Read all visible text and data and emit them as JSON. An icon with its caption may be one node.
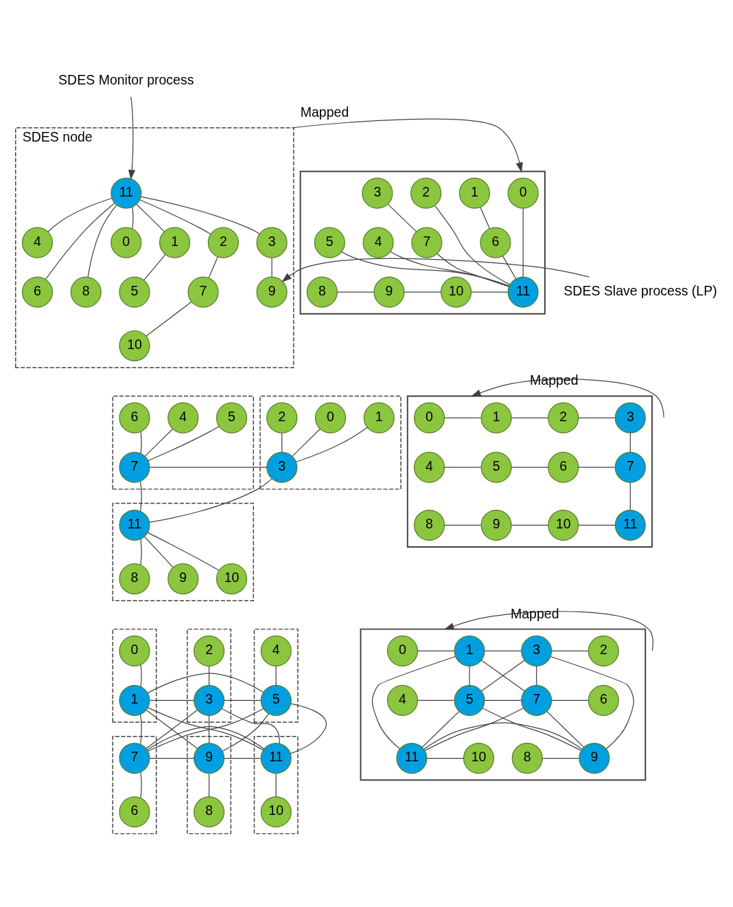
{
  "diagram": {
    "nodes": [
      {
        "text": [
          "SDES Monitor process"
        ]
      },
      {
        "text": [
          "SDES node"
        ]
      },
      {
        "text": [
          "11"
        ],
        "in": 1
      },
      {
        "text": [
          "0"
        ],
        "in": 1
      },
      {
        "text": [
          "1"
        ],
        "in": 1
      },
      {
        "text": [
          "2"
        ],
        "in": 1
      },
      {
        "text": [
          "3"
        ],
        "in": 1
      },
      {
        "text": [
          "4"
        ],
        "in": 1
      },
      {
        "text": [
          "5"
        ],
        "in": 1
      },
      {
        "text": [
          "6"
        ],
        "in": 1
      },
      {
        "text": [
          "7"
        ],
        "in": 1
      },
      {
        "text": [
          "8"
        ],
        "in": 1
      },
      {
        "text": [
          "9"
        ],
        "in": 1
      },
      {
        "text": [
          "10"
        ],
        "in": 1
      },
      {
        "text": [],
        "shape": "box"
      },
      {
        "text": [
          "0"
        ],
        "in": 14
      },
      {
        "text": [
          "1"
        ],
        "in": 14
      },
      {
        "text": [
          "2"
        ],
        "in": 14
      },
      {
        "text": [
          "3"
        ],
        "in": 14
      },
      {
        "text": [
          "4"
        ],
        "in": 14
      },
      {
        "text": [
          "5"
        ],
        "in": 14
      },
      {
        "text": [
          "6"
        ],
        "in": 14
      },
      {
        "text": [
          "7"
        ],
        "in": 14
      },
      {
        "text": [
          "8"
        ],
        "in": 14
      },
      {
        "text": [
          "9"
        ],
        "in": 14
      },
      {
        "text": [
          "10"
        ],
        "in": 14
      },
      {
        "text": [
          "11"
        ],
        "in": 14
      },
      {
        "text": [
          "SDES Slave process (LP)"
        ]
      },
      {
        "text": [],
        "shape": "box"
      },
      {
        "text": [
          "6"
        ],
        "in": 28
      },
      {
        "text": [
          "5"
        ],
        "in": 28
      },
      {
        "text": [
          "4"
        ],
        "in": 28
      },
      {
        "text": [
          "7"
        ],
        "in": 28
      },
      {
        "text": [],
        "shape": "box"
      },
      {
        "text": [
          "2"
        ],
        "in": 33
      },
      {
        "text": [
          "1"
        ],
        "in": 33
      },
      {
        "text": [
          "0"
        ],
        "in": 33
      },
      {
        "text": [
          "3"
        ],
        "in": 33
      },
      {
        "text": [],
        "shape": "box"
      },
      {
        "text": [
          "11"
        ],
        "in": 38
      },
      {
        "text": [
          "8"
        ],
        "in": 38
      },
      {
        "text": [
          "9"
        ],
        "in": 38
      },
      {
        "text": [
          "10"
        ],
        "in": 38
      },
      {
        "text": [],
        "shape": "box"
      },
      {
        "text": [
          "0"
        ],
        "in": 43
      },
      {
        "text": [
          "1"
        ],
        "in": 43
      },
      {
        "text": [
          "2"
        ],
        "in": 43
      },
      {
        "text": [
          "3"
        ],
        "in": 43
      },
      {
        "text": [
          "4"
        ],
        "in": 43
      },
      {
        "text": [
          "5"
        ],
        "in": 43
      },
      {
        "text": [
          "6"
        ],
        "in": 43
      },
      {
        "text": [
          "7"
        ],
        "in": 43
      },
      {
        "text": [
          "8"
        ],
        "in": 43
      },
      {
        "text": [
          "9"
        ],
        "in": 43
      },
      {
        "text": [
          "10"
        ],
        "in": 43
      },
      {
        "text": [
          "11"
        ],
        "in": 43
      },
      {
        "text": [],
        "shape": "box"
      },
      {
        "text": [
          "0"
        ],
        "in": 56
      },
      {
        "text": [
          "1"
        ],
        "in": 56
      },
      {
        "text": [],
        "shape": "box"
      },
      {
        "text": [
          "2"
        ],
        "in": 59
      },
      {
        "text": [
          "3"
        ],
        "in": 59
      },
      {
        "text": [],
        "shape": "box"
      },
      {
        "text": [
          "4"
        ],
        "in": 62
      },
      {
        "text": [
          "5"
        ],
        "in": 62
      },
      {
        "text": [],
        "shape": "box"
      },
      {
        "text": [
          "7"
        ],
        "in": 65
      },
      {
        "text": [
          "6"
        ],
        "in": 65
      },
      {
        "text": [],
        "shape": "box"
      },
      {
        "text": [
          "9"
        ],
        "in": 68
      },
      {
        "text": [
          "8"
        ],
        "in": 68
      },
      {
        "text": [],
        "shape": "box"
      },
      {
        "text": [
          "11"
        ],
        "in": 71
      },
      {
        "text": [
          "10"
        ],
        "in": 71
      },
      {
        "text": [],
        "shape": "box"
      },
      {
        "text": [
          "0"
        ],
        "in": 74
      },
      {
        "text": [
          "1"
        ],
        "in": 74
      },
      {
        "text": [
          "3"
        ],
        "in": 74
      },
      {
        "text": [
          "2"
        ],
        "in": 74
      },
      {
        "text": [
          "4"
        ],
        "in": 74
      },
      {
        "text": [
          "5"
        ],
        "in": 74
      },
      {
        "text": [
          "7"
        ],
        "in": 74
      },
      {
        "text": [
          "6"
        ],
        "in": 74
      },
      {
        "text": [
          "8"
        ],
        "in": 74
      },
      {
        "text": [
          "9"
        ],
        "in": 74
      },
      {
        "text": [
          "11"
        ],
        "in": 74
      },
      {
        "text": [
          "10"
        ],
        "in": 74
      }
    ],
    "edges": [
      {
        "from": 2,
        "to": 3,
        "arrow": "none"
      },
      {
        "from": 2,
        "to": 4,
        "arrow": "none"
      },
      {
        "from": 2,
        "to": 9,
        "arrow": "none"
      },
      {
        "from": 2,
        "to": 5,
        "arrow": "none"
      },
      {
        "from": 2,
        "to": 11,
        "arrow": "none"
      },
      {
        "from": 2,
        "to": 6,
        "arrow": "none"
      },
      {
        "from": 2,
        "to": 7,
        "arrow": "none"
      },
      {
        "from": 4,
        "to": 8,
        "arrow": "none"
      },
      {
        "from": 6,
        "to": 12,
        "arrow": "none"
      },
      {
        "from": 5,
        "to": 10,
        "arrow": "none"
      },
      {
        "from": 10,
        "to": 13,
        "arrow": "none"
      },
      {
        "from": 0,
        "to": 2,
        "arrow": "to"
      },
      {
        "from": 27,
        "to": 12,
        "arrow": "to"
      },
      {
        "from": 1,
        "to": 14,
        "arrow": "to",
        "label": "Mapped"
      },
      {
        "from": 15,
        "to": 26,
        "arrow": "none"
      },
      {
        "from": 16,
        "to": 21,
        "arrow": "none"
      },
      {
        "from": 17,
        "to": 26,
        "arrow": "none"
      },
      {
        "from": 18,
        "to": 22,
        "arrow": "none"
      },
      {
        "from": 22,
        "to": 26,
        "arrow": "none"
      },
      {
        "from": 19,
        "to": 26,
        "arrow": "none"
      },
      {
        "from": 20,
        "to": 26,
        "arrow": "none"
      },
      {
        "from": 21,
        "to": 26,
        "arrow": "none"
      },
      {
        "from": 23,
        "to": 24,
        "arrow": "none"
      },
      {
        "from": 24,
        "to": 25,
        "arrow": "none"
      },
      {
        "from": 25,
        "to": 26,
        "arrow": "none"
      },
      {
        "from": 32,
        "to": 29,
        "arrow": "none"
      },
      {
        "from": 32,
        "to": 30,
        "arrow": "none"
      },
      {
        "from": 32,
        "to": 31,
        "arrow": "none"
      },
      {
        "from": 37,
        "to": 34,
        "arrow": "none"
      },
      {
        "from": 37,
        "to": 35,
        "arrow": "none"
      },
      {
        "from": 37,
        "to": 36,
        "arrow": "none"
      },
      {
        "from": 39,
        "to": 40,
        "arrow": "none"
      },
      {
        "from": 39,
        "to": 41,
        "arrow": "none"
      },
      {
        "from": 39,
        "to": 42,
        "arrow": "none"
      },
      {
        "from": 32,
        "to": 37,
        "arrow": "none"
      },
      {
        "from": 32,
        "to": 39,
        "arrow": "none"
      },
      {
        "from": 37,
        "to": 39,
        "arrow": "none"
      },
      {
        "from": null,
        "to": 43,
        "arrow": "to",
        "label": "Mapped"
      },
      {
        "from": 44,
        "to": 45,
        "arrow": "none"
      },
      {
        "from": 45,
        "to": 46,
        "arrow": "none"
      },
      {
        "from": 46,
        "to": 47,
        "arrow": "none"
      },
      {
        "from": 48,
        "to": 49,
        "arrow": "none"
      },
      {
        "from": 49,
        "to": 50,
        "arrow": "none"
      },
      {
        "from": 50,
        "to": 51,
        "arrow": "none"
      },
      {
        "from": 52,
        "to": 53,
        "arrow": "none"
      },
      {
        "from": 53,
        "to": 54,
        "arrow": "none"
      },
      {
        "from": 54,
        "to": 55,
        "arrow": "none"
      },
      {
        "from": 47,
        "to": 51,
        "arrow": "none"
      },
      {
        "from": 51,
        "to": 55,
        "arrow": "none"
      },
      {
        "from": 57,
        "to": 58,
        "arrow": "none"
      },
      {
        "from": 60,
        "to": 61,
        "arrow": "none"
      },
      {
        "from": 63,
        "to": 64,
        "arrow": "none"
      },
      {
        "from": 66,
        "to": 67,
        "arrow": "none"
      },
      {
        "from": 69,
        "to": 70,
        "arrow": "none"
      },
      {
        "from": 72,
        "to": 73,
        "arrow": "none"
      },
      {
        "from": 58,
        "to": 61,
        "arrow": "none"
      },
      {
        "from": 61,
        "to": 64,
        "arrow": "none"
      },
      {
        "from": 64,
        "to": 58,
        "arrow": "none"
      },
      {
        "from": 66,
        "to": 69,
        "arrow": "none"
      },
      {
        "from": 69,
        "to": 72,
        "arrow": "none"
      },
      {
        "from": 72,
        "to": 66,
        "arrow": "none"
      },
      {
        "from": 58,
        "to": 66,
        "arrow": "none"
      },
      {
        "from": 61,
        "to": 69,
        "arrow": "none"
      },
      {
        "from": 64,
        "to": 72,
        "arrow": "none"
      },
      {
        "from": 66,
        "to": 61,
        "arrow": "none"
      },
      {
        "from": 69,
        "to": 64,
        "arrow": "none"
      },
      {
        "from": 64,
        "to": 66,
        "arrow": "none"
      },
      {
        "from": 58,
        "to": 69,
        "arrow": "none"
      },
      {
        "from": 61,
        "to": 72,
        "arrow": "none"
      },
      {
        "from": 58,
        "to": 72,
        "arrow": "none"
      },
      {
        "from": null,
        "to": 74,
        "arrow": "to",
        "label": "Mapped"
      },
      {
        "from": 75,
        "to": 76,
        "arrow": "none"
      },
      {
        "from": 76,
        "to": 77,
        "arrow": "none"
      },
      {
        "from": 77,
        "to": 78,
        "arrow": "none"
      },
      {
        "from": 79,
        "to": 80,
        "arrow": "none"
      },
      {
        "from": 80,
        "to": 81,
        "arrow": "none"
      },
      {
        "from": 81,
        "to": 82,
        "arrow": "none"
      },
      {
        "from": 83,
        "to": 84,
        "arrow": "none"
      },
      {
        "from": 84,
        "to": 85,
        "arrow": "none"
      },
      {
        "from": 85,
        "to": 86,
        "arrow": "none"
      },
      {
        "from": 76,
        "to": 80,
        "arrow": "none"
      },
      {
        "from": 80,
        "to": 84,
        "arrow": "none"
      },
      {
        "from": 77,
        "to": 81,
        "arrow": "none"
      },
      {
        "from": 81,
        "to": 85,
        "arrow": "none"
      },
      {
        "from": 76,
        "to": 81,
        "arrow": "none"
      },
      {
        "from": 76,
        "to": 85,
        "arrow": "none"
      },
      {
        "from": 77,
        "to": 80,
        "arrow": "none"
      },
      {
        "from": 77,
        "to": 84,
        "arrow": "none"
      },
      {
        "from": 80,
        "to": 85,
        "arrow": "none"
      },
      {
        "from": 81,
        "to": 84,
        "arrow": "none"
      }
    ]
  }
}
